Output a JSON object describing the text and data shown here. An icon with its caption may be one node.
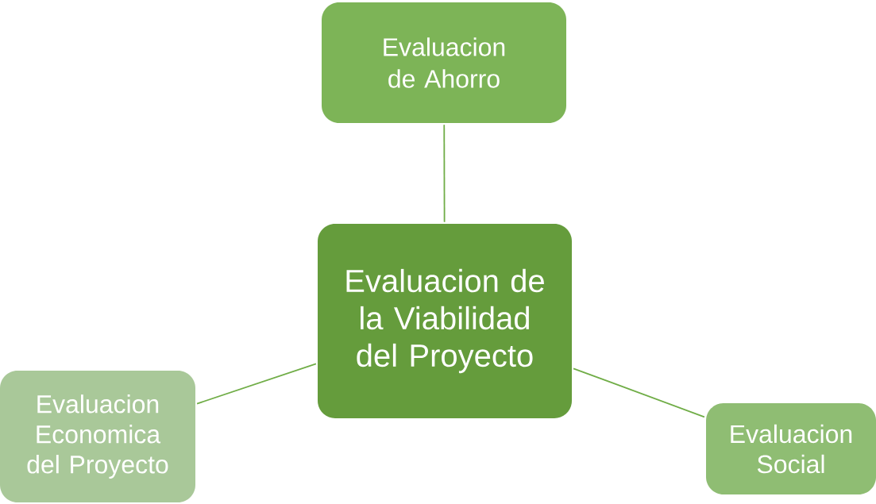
{
  "diagram": {
    "nodes": [
      {
        "text": [
          "Evaluacion de la Viabilidad del Proyecto"
        ]
      },
      {
        "text": [
          "Evaluacion de Ahorro"
        ]
      },
      {
        "text": [
          "Evaluacion Economica del Proyecto"
        ]
      },
      {
        "text": [
          "Evaluacion Social"
        ]
      }
    ],
    "edges": [
      {
        "from": 0,
        "to": 1,
        "arrow": "none"
      },
      {
        "from": 0,
        "to": 2,
        "arrow": "none"
      },
      {
        "from": 0,
        "to": 3,
        "arrow": "none"
      }
    ]
  }
}
